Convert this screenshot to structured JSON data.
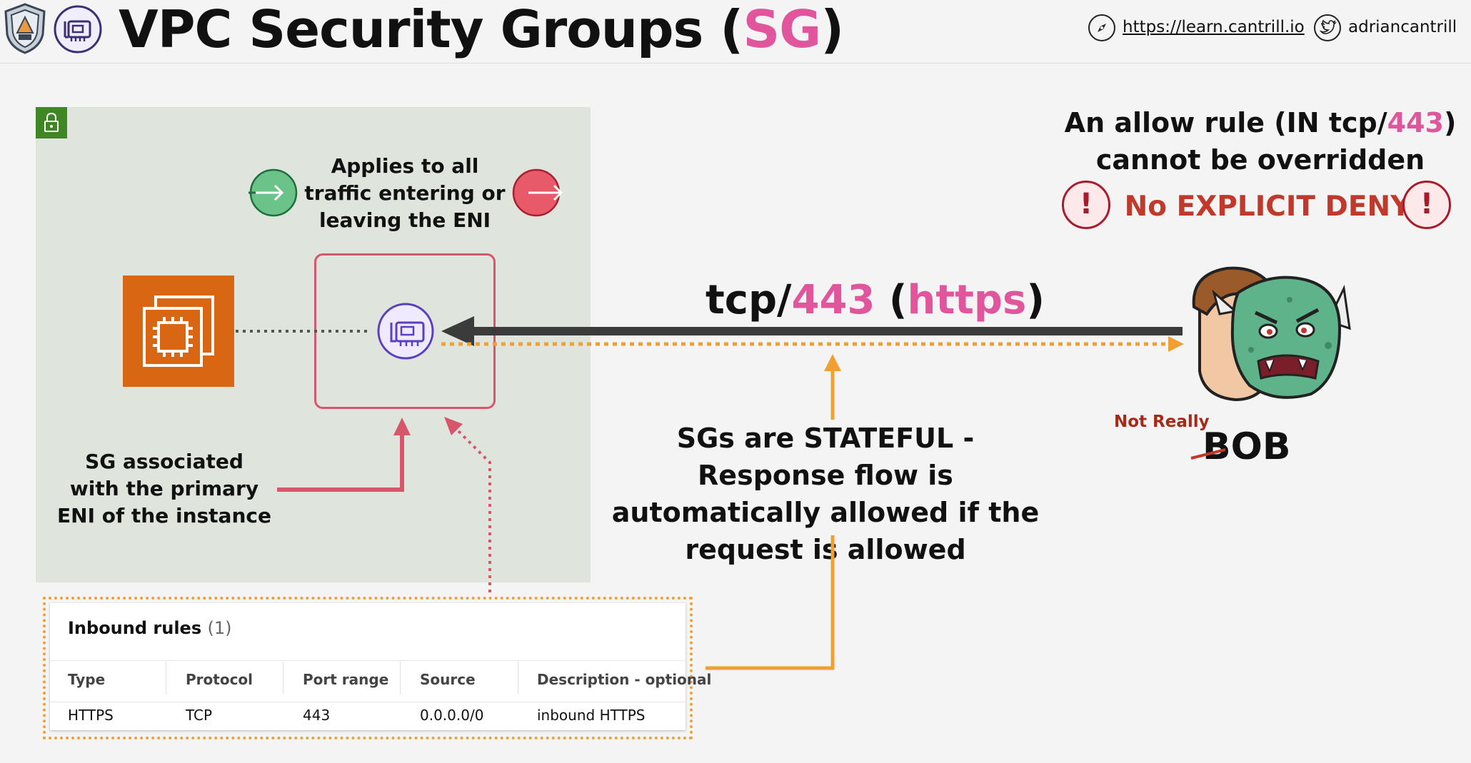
{
  "header": {
    "title_prefix": "VPC Security Groups (",
    "title_highlight": "SG",
    "title_suffix": ")",
    "url": "https://learn.cantrill.io",
    "handle": "adriancantrill"
  },
  "diagram": {
    "applies_caption": "Applies to all traffic entering or leaving the ENI",
    "sg_assoc_caption": "SG associated with the primary ENI of the instance",
    "flow_label": {
      "proto": "tcp/",
      "port": "443",
      "open": " (",
      "scheme": "https",
      "close": ")"
    },
    "stateful_caption": "SGs are STATEFUL - Response flow is automatically allowed if the request is allowed",
    "allow_rule": {
      "line1_prefix": "An allow rule (IN tcp/",
      "line1_port": "443",
      "line1_suffix": ")",
      "line2": "cannot be overridden"
    },
    "no_deny": "No EXPLICIT DENY",
    "exclamation": "!",
    "not_really": "Not Really",
    "bob": "BOB"
  },
  "inbound_rules": {
    "title": "Inbound rules",
    "count": "(1)",
    "columns": [
      "Type",
      "Protocol",
      "Port range",
      "Source",
      "Description - optional"
    ],
    "rows": [
      [
        "HTTPS",
        "TCP",
        "443",
        "0.0.0.0/0",
        "inbound HTTPS"
      ]
    ]
  },
  "colors": {
    "accent_pink": "#e0559c",
    "vpc_green": "#3f8624",
    "ec2_orange": "#d86613",
    "eni_purple": "#5a3fc0",
    "response_orange": "#f0a032",
    "sg_red": "#d6566a",
    "deny_red": "#c0392b"
  },
  "icons": [
    "shield-logo-icon",
    "eni-icon",
    "compass-icon",
    "twitter-icon",
    "lock-icon",
    "ec2-instance-icon",
    "inbound-arrow-icon",
    "outbound-arrow-icon",
    "exclamation-icon",
    "bob-monster-icon"
  ]
}
